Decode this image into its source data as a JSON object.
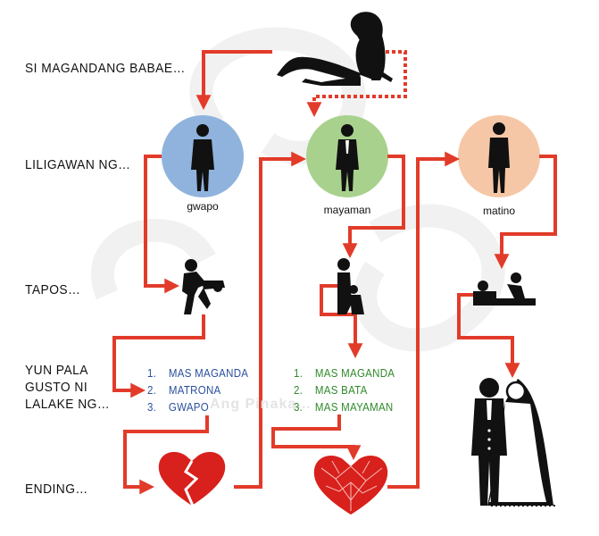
{
  "rows": {
    "woman": "SI MAGANDANG BABAE…",
    "courted": "LILIGAWAN NG…",
    "then": "TAPOS…",
    "preference": [
      "YUN PALA",
      "GUSTO NI",
      "LALAKE NG…"
    ],
    "ending": "ENDING…"
  },
  "suitors": [
    {
      "label": "gwapo",
      "color": "#8fb3dc"
    },
    {
      "label": "mayaman",
      "color": "#a9d18e"
    },
    {
      "label": "matino",
      "color": "#f6c7a6"
    }
  ],
  "lists": {
    "first": [
      {
        "num": "1.",
        "text": "MAS MAGANDA"
      },
      {
        "num": "2.",
        "text": "MATRONA"
      },
      {
        "num": "3.",
        "text": "GWAPO"
      }
    ],
    "second": [
      {
        "num": "1.",
        "text": "MAS MAGANDA"
      },
      {
        "num": "2.",
        "text": "MAS BATA"
      },
      {
        "num": "3.",
        "text": "MAS MAYAMAN"
      }
    ]
  },
  "watermark": "Ang Pinaka…",
  "colors": {
    "arrow": "#e23b2a",
    "silhouette": "#111111",
    "heart": "#d8201c"
  }
}
